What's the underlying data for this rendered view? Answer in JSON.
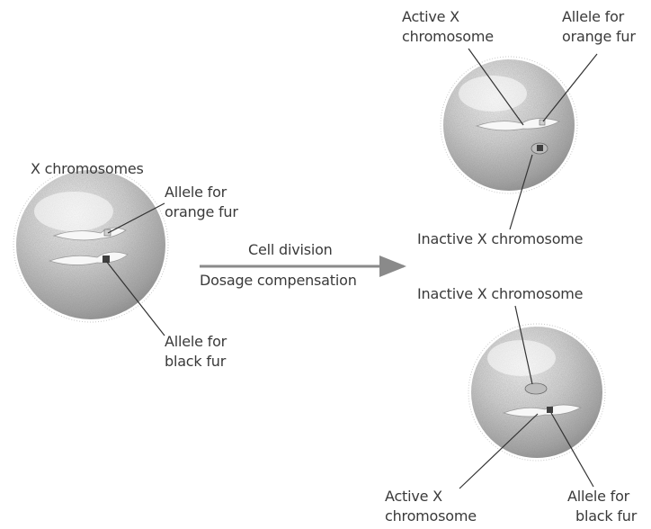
{
  "left_cell": {
    "title": "X chromosomes",
    "allele_orange": [
      "Allele for",
      "orange fur"
    ],
    "allele_black": [
      "Allele for",
      "black fur"
    ]
  },
  "arrow": {
    "top_label": "Cell division",
    "bottom_label": "Dosage compensation"
  },
  "top_cell": {
    "active_x": [
      "Active X",
      "chromosome"
    ],
    "allele_orange": [
      "Allele for",
      "orange fur"
    ],
    "inactive_x": "Inactive X chromosome"
  },
  "bottom_cell": {
    "inactive_x": "Inactive X chromosome",
    "active_x": [
      "Active X",
      "chromosome"
    ],
    "allele_black": [
      "Allele for",
      "black fur"
    ]
  },
  "colors": {
    "cell_light": "#f4f4f4",
    "cell_dark": "#8f8f8f",
    "chromosome": "#f7f7f7",
    "allele_dark": "#3f3f3f",
    "arrow": "#8a8a8a",
    "leader_line": "#333333"
  }
}
